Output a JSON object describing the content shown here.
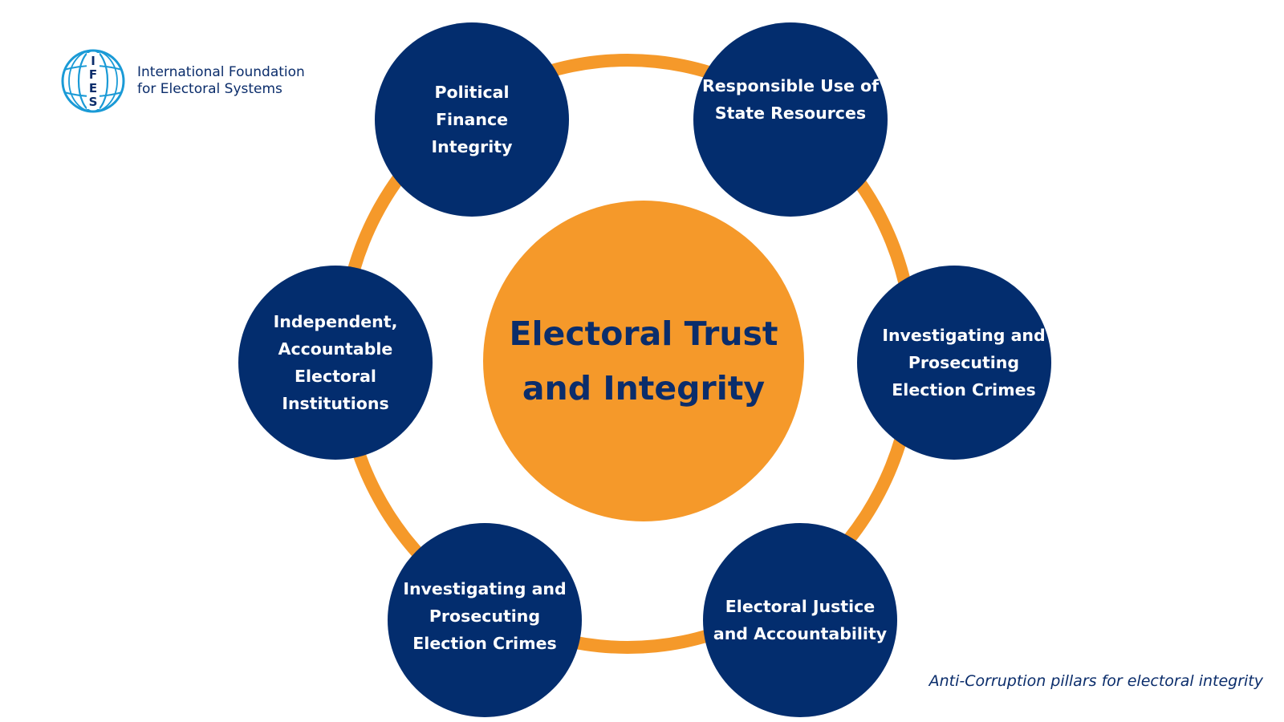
{
  "logo": {
    "mark_text": "IFES",
    "line1": "International Foundation",
    "line2": "for Electoral Systems",
    "color": "#1a9ad6"
  },
  "center": {
    "title": "Electoral Trust and Integrity"
  },
  "pillars": [
    {
      "label": "Political\nFinance\nIntegrity"
    },
    {
      "label": "Responsible Use of\nState Resources"
    },
    {
      "label": "Investigating and\nProsecuting\nElection Crimes"
    },
    {
      "label": "Electoral Justice\nand Accountability"
    },
    {
      "label": "Investigating and\nProsecuting\nElection Crimes"
    },
    {
      "label": "Independent,\nAccountable\nElectoral\nInstitutions"
    }
  ],
  "caption": "Anti-Corruption pillars for electoral integrity",
  "colors": {
    "navy": "#032d6e",
    "orange": "#f5992a",
    "text_navy": "#0b2d6b"
  }
}
